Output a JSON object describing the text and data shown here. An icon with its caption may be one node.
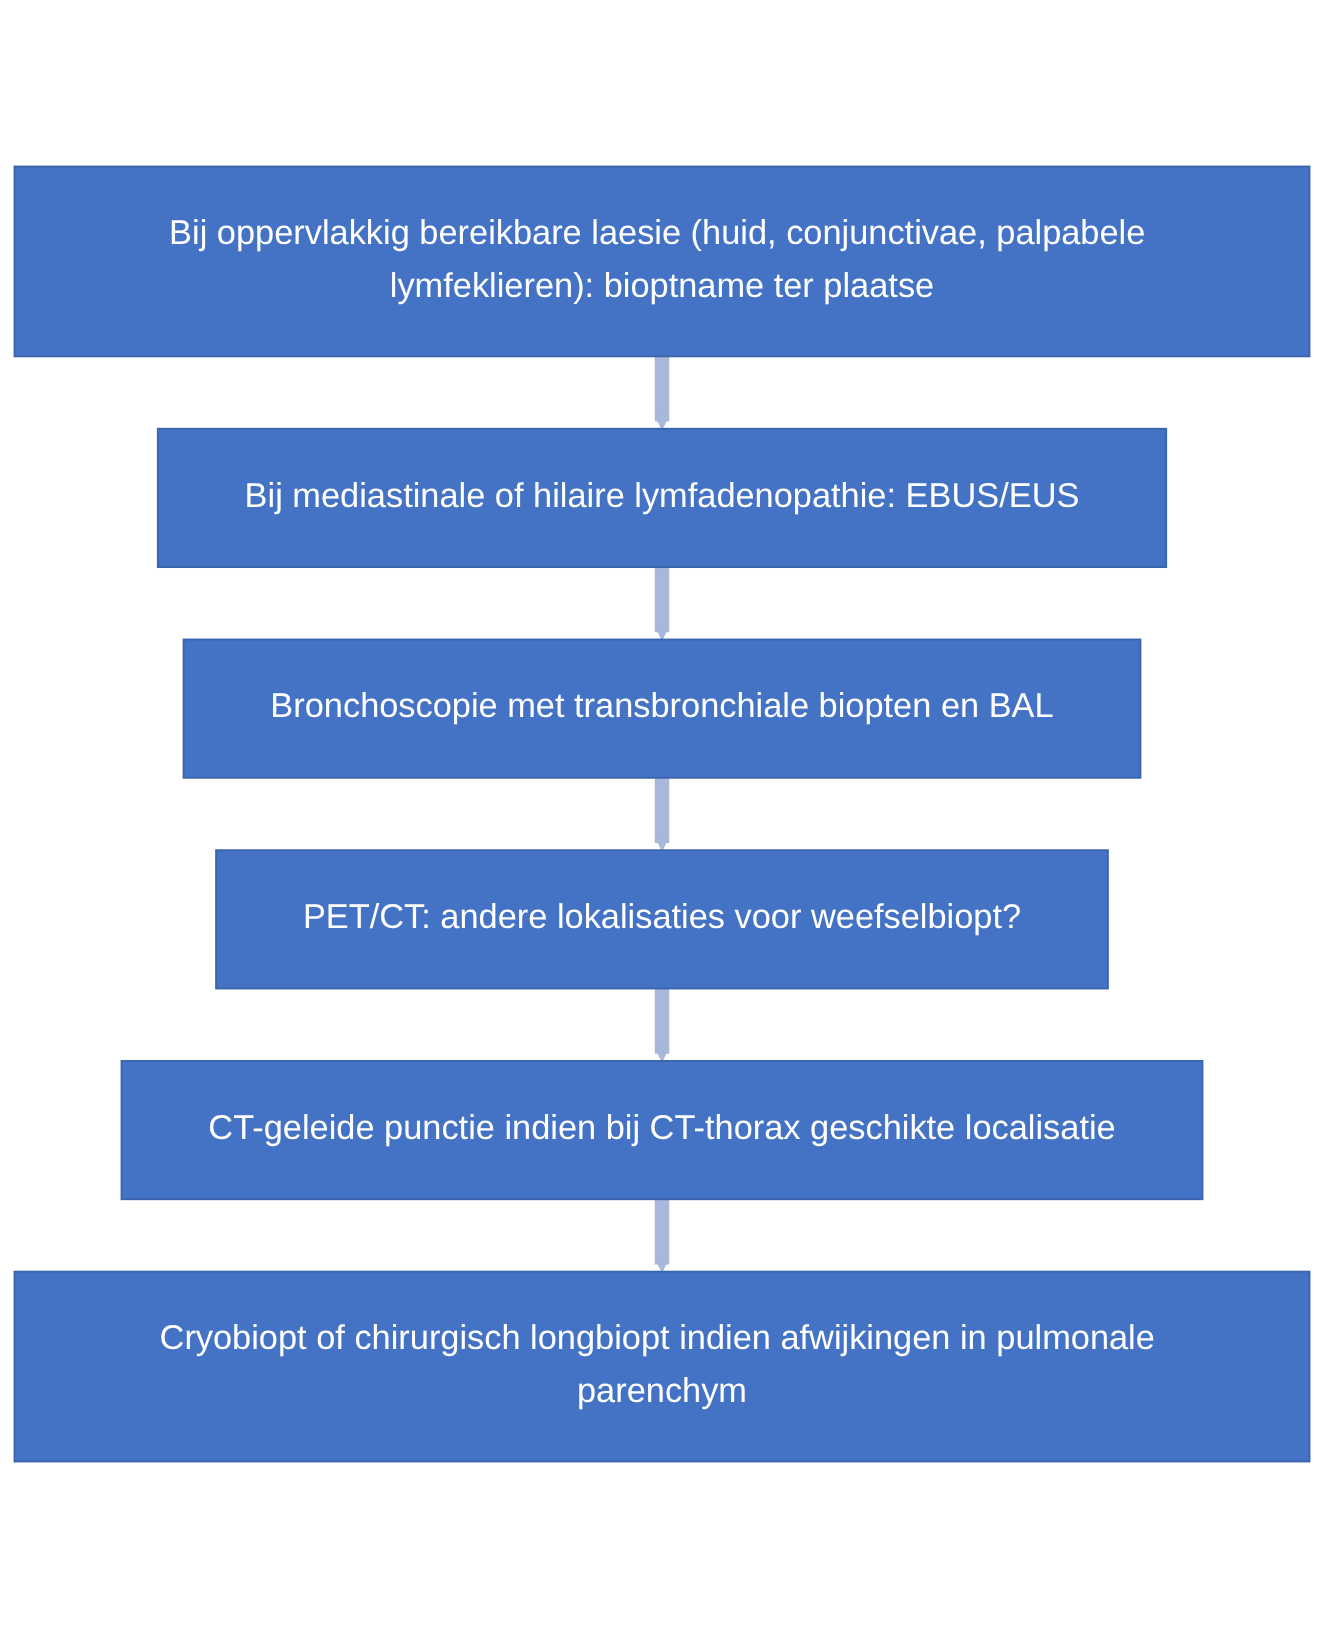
{
  "diagram": {
    "nodes": [
      {
        "text": [
          "Bij oppervlakkig bereikbare laesie (huid, conjunctivae, palpabele lymfeklieren): bioptname ter plaatse"
        ]
      },
      {
        "text": [
          "Bij mediastinale of hilaire lymfadenopathie: EBUS/EUS"
        ]
      },
      {
        "text": [
          "Bronchoscopie met transbronchiale biopten en BAL"
        ]
      },
      {
        "text": [
          "PET/CT: andere lokalisaties voor weefselbiopt?"
        ]
      },
      {
        "text": [
          "CT-geleide punctie indien bij CT-thorax geschikte localisatie"
        ]
      },
      {
        "text": [
          "Cryobiopt of chirurgisch longbiopt indien afwijkingen in pulmonale parenchym"
        ]
      }
    ],
    "edges": [
      {
        "from": 0,
        "to": 1,
        "arrow": "to"
      },
      {
        "from": 1,
        "to": 2,
        "arrow": "to"
      },
      {
        "from": 2,
        "to": 3,
        "arrow": "to"
      },
      {
        "from": 3,
        "to": 4,
        "arrow": "to"
      },
      {
        "from": 4,
        "to": 5,
        "arrow": "to"
      }
    ]
  }
}
